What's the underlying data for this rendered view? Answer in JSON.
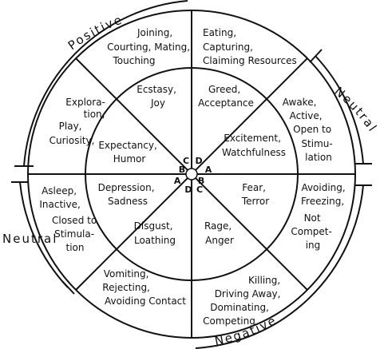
{
  "arc_labels": {
    "positive": "Positive",
    "neutral_right": "Neutral",
    "neutral_left": "Neutral",
    "negative": "Negative"
  },
  "inner_sectors": {
    "ecstasy": [
      "Ecstasy,",
      "Joy"
    ],
    "greed": [
      "Greed,",
      "Acceptance"
    ],
    "excitement": [
      "Excitement,",
      "Watchfulness"
    ],
    "fear": [
      "Fear,",
      "Terror"
    ],
    "rage": [
      "Rage,",
      "Anger"
    ],
    "disgust": [
      "Disgust,",
      "Loathing"
    ],
    "depression": [
      "Depression,",
      "Sadness"
    ],
    "expectancy": [
      "Expectancy,",
      "Humor"
    ]
  },
  "outer_sectors": {
    "joining": [
      "Joining,",
      "Courting, Mating,",
      "Touching"
    ],
    "eating": [
      "Eating,",
      "Capturing,",
      "Claiming Resources"
    ],
    "awake": [
      "Awake,",
      "Active,",
      "Open to",
      "Stimu-",
      "lation"
    ],
    "avoiding": [
      "Avoiding,",
      "Freezing,",
      "Not",
      "Compet-",
      "ing"
    ],
    "killing": [
      "Killing,",
      "Driving Away,",
      "Dominating,",
      "Competing"
    ],
    "vomiting": [
      "Vomiting,",
      "Rejecting,",
      "Avoiding Contact"
    ],
    "asleep": [
      "Asleep,",
      "Inactive,",
      "Closed to",
      "Stimula-",
      "tion"
    ],
    "exploration": [
      "Explora-",
      "tion,",
      "Play,",
      "Curiosity,"
    ]
  },
  "center_letters": {
    "upper_left": [
      "C",
      "B"
    ],
    "upper_right": [
      "D",
      "A"
    ],
    "lower_left": [
      "A",
      "D"
    ],
    "lower_right": [
      "B",
      "C"
    ]
  }
}
